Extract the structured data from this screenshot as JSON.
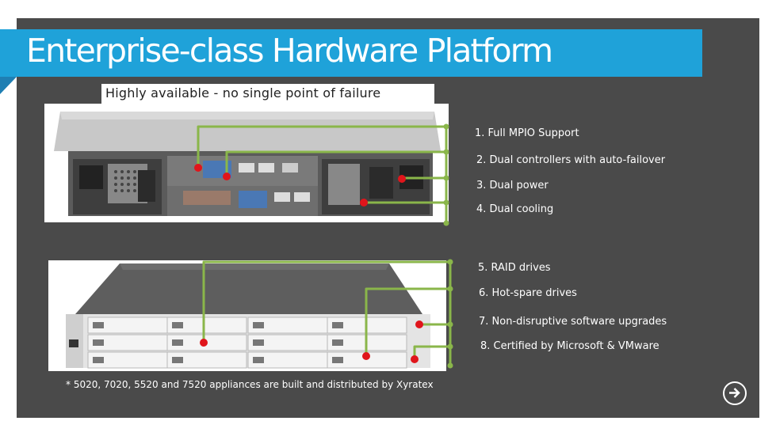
{
  "slide": {
    "title": "Enterprise-class Hardware Platform",
    "subtitle": "Highly available - no single point of failure",
    "footnote": "* 5020, 7020, 5520 and 7520 appliances are built and distributed by Xyratex",
    "features": [
      "1. Full MPIO Support",
      "2. Dual controllers with auto-failover",
      "3. Dual power",
      "4. Dual cooling",
      "5. RAID drives",
      "6. Hot-spare drives",
      "7. Non-disruptive software upgrades",
      "8. Certified by Microsoft & VMware"
    ]
  },
  "images": {
    "rear": "storage-appliance-rear-panel",
    "front": "storage-appliance-front-drive-bays"
  },
  "icons": {
    "next": "arrow-right-circle-icon"
  },
  "colors": {
    "slide_background": "#4a4a4a",
    "title_bar": "#1fa2d9",
    "callout_line": "#8ab64a",
    "callout_marker": "#e0151b"
  }
}
